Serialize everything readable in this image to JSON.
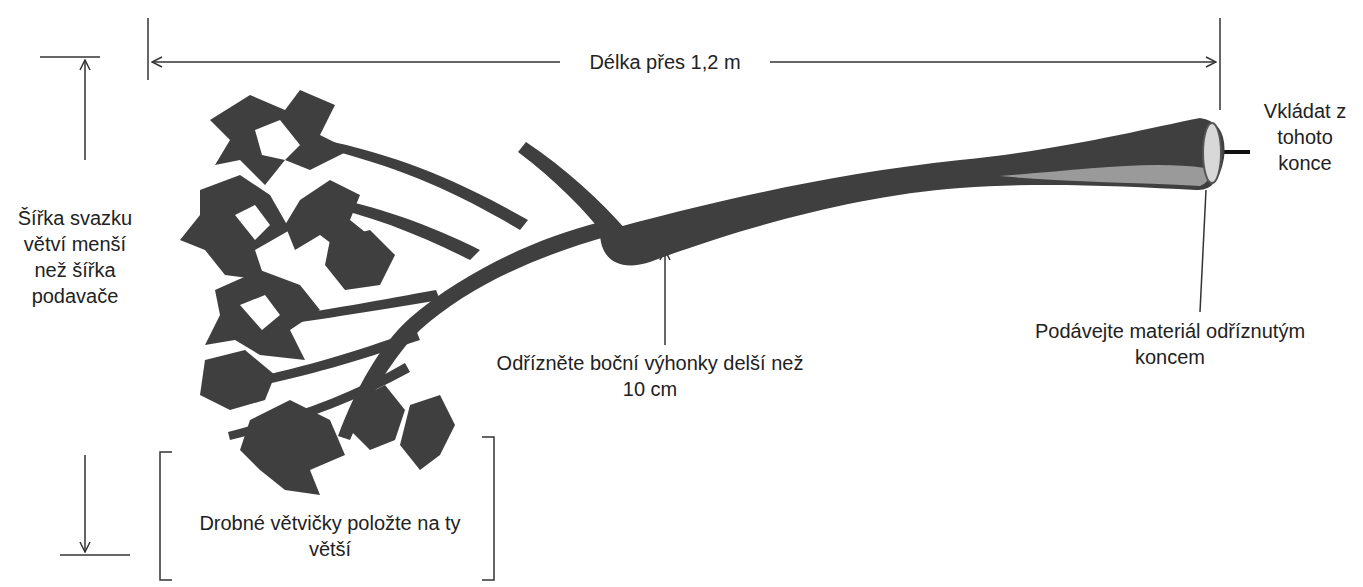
{
  "diagram": {
    "labels": [
      "Délka přes 1,2 m",
      "Šířka svazku větví menší než šířka podavače",
      "Odřízněte boční výhonky delší než 10 cm",
      "Vkládat z tohoto konce",
      "Podávejte materiál odříznutým koncem",
      "Drobné větvičky položte na ty větší"
    ]
  }
}
